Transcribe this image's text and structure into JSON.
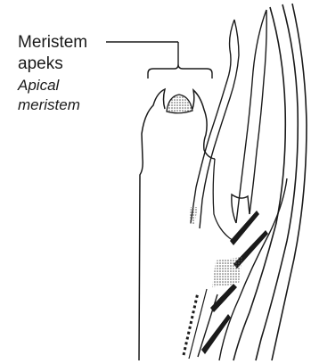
{
  "labels": {
    "line1": "Meristem",
    "line2": "apeks",
    "line3": "Apical",
    "line4": "meristem"
  },
  "colors": {
    "ink": "#1a1a1a",
    "background": "#ffffff",
    "meristem_stipple": "#555555"
  }
}
